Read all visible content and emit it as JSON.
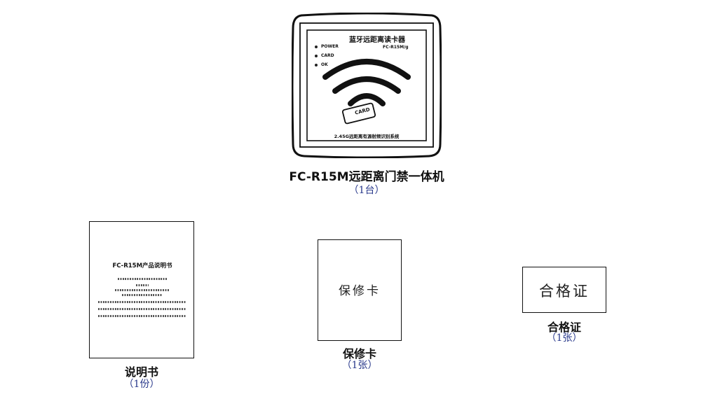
{
  "device": {
    "screen_title": "蓝牙远距离读卡器",
    "screen_model": "FC-R15M/g",
    "leds": [
      "POWER",
      "CARD",
      "OK"
    ],
    "card_label": "CARD",
    "bottom_text": "2.45G远距离有源射频识别系统",
    "caption": "FC-R15M远距离门禁一体机",
    "quantity": "（1台）"
  },
  "manual": {
    "title": "FC-R15M产品说明书",
    "caption": "说明书",
    "quantity": "（1份）"
  },
  "warranty": {
    "card_text": "保修卡",
    "caption": "保修卡",
    "quantity": "（1张）"
  },
  "certificate": {
    "card_text": "合格证",
    "caption": "合格证",
    "quantity": "（1张）"
  }
}
